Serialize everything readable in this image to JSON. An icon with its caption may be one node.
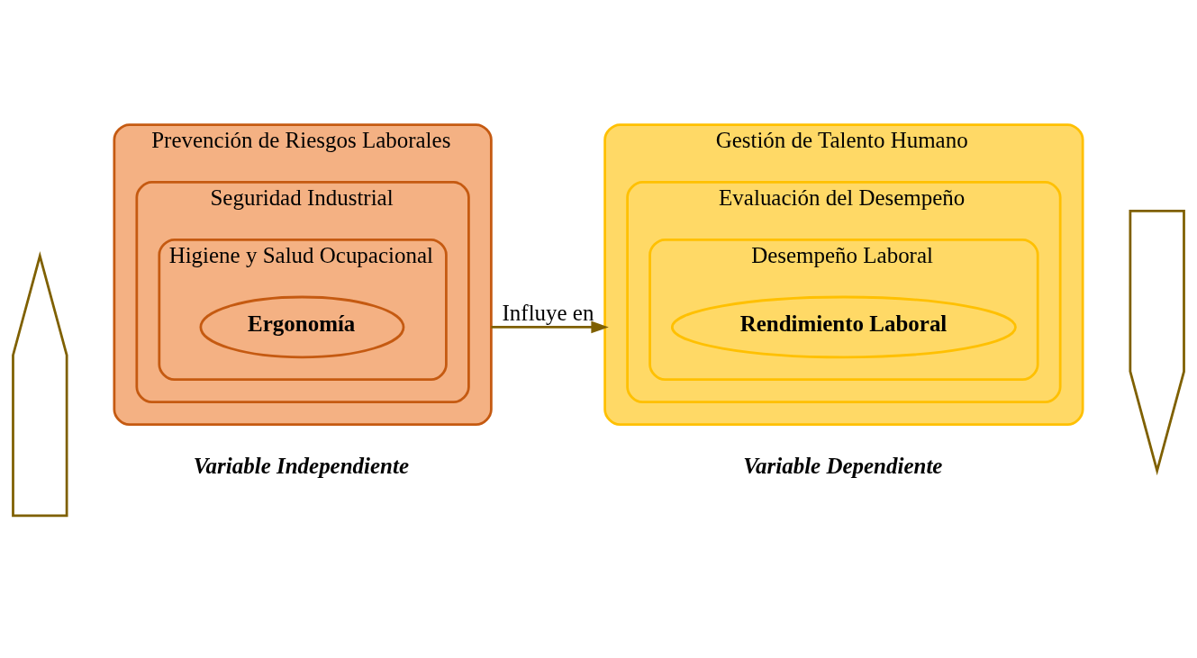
{
  "diagram": {
    "nodes": [
      {
        "text": [
          "Prevención de Riesgos Laborales"
        ]
      },
      {
        "text": [
          "Seguridad Industrial"
        ],
        "in": 0
      },
      {
        "text": [
          "Higiene y Salud Ocupacional"
        ],
        "in": 1
      },
      {
        "text": [
          "Ergonomía"
        ],
        "in": 2
      },
      {
        "text": [
          "Gestión de Talento Humano"
        ]
      },
      {
        "text": [
          "Evaluación del Desempeño"
        ],
        "in": 4
      },
      {
        "text": [
          "Desempeño Laboral"
        ],
        "in": 5
      },
      {
        "text": [
          "Rendimiento Laboral"
        ],
        "in": 6
      },
      {
        "text": [],
        "shape": "arrow"
      },
      {
        "text": [],
        "shape": "arrow"
      }
    ],
    "edges": [
      {
        "from": 0,
        "to": 4,
        "arrow": "to",
        "label": "Influye en"
      }
    ],
    "labels": [
      "Variable Independiente",
      "Variable Dependiente"
    ]
  }
}
